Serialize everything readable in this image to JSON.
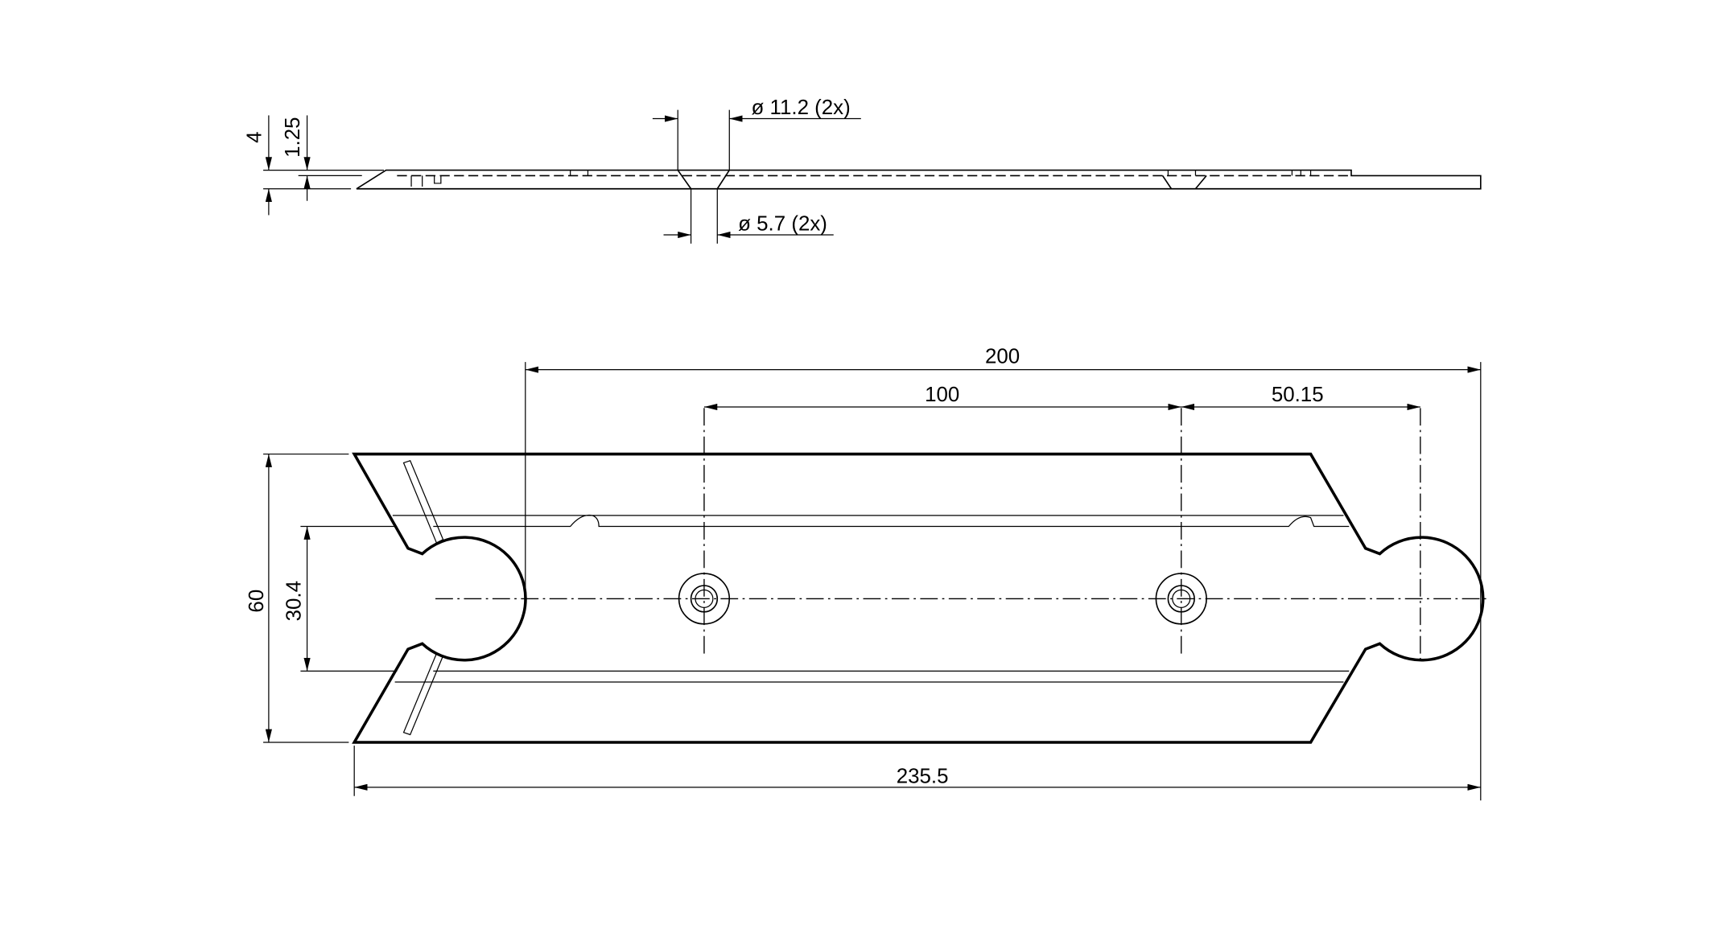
{
  "side_view": {
    "dim_thickness": "4",
    "dim_step": "1.25",
    "dim_countersink": "ø 11.2 (2x)",
    "dim_hole": "ø 5.7 (2x)"
  },
  "top_view": {
    "dim_200": "200",
    "dim_100": "100",
    "dim_50_15": "50.15",
    "dim_235_5": "235.5",
    "dim_60": "60",
    "dim_30_4": "30.4"
  }
}
